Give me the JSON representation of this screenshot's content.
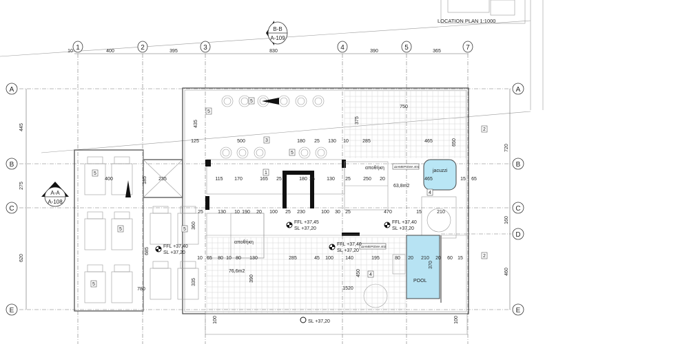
{
  "location_plan": {
    "label": "LOCATION PLAN 1:1000"
  },
  "section_markers": [
    {
      "name": "B-B",
      "sheet": "A-109"
    },
    {
      "name": "A-A",
      "sheet": "A-108"
    }
  ],
  "grid_columns": [
    "1",
    "2",
    "3",
    "4",
    "5",
    "7"
  ],
  "grid_rows": [
    "A",
    "B",
    "C",
    "D",
    "E"
  ],
  "top_dimensions": [
    "10",
    "400",
    "395",
    "830",
    "390",
    "365"
  ],
  "left_dimensions": [
    "445",
    "275",
    "620"
  ],
  "right_dimensions": [
    "720",
    "160",
    "460"
  ],
  "rooms": {
    "storage_1": "αποθήκη",
    "storage_2": "αποθήκη",
    "apartment_401": "ΔΙΑΜΕΡΙΣΜΑ 401",
    "apartment_402": "ΔΙΑΜΕΡΙΣΜΑ 402",
    "area_401": "63,8m2",
    "area_402": "76,6m2",
    "jacuzzi": "jacuzzi",
    "pool": "POOL"
  },
  "levels": [
    {
      "ffl": "FFL +37,40",
      "sl": "SL +37,20"
    },
    {
      "ffl": "FFL +37,45",
      "sl": "SL +37,20"
    },
    {
      "ffl": "FFL +37,40",
      "sl": "SL +37,20"
    },
    {
      "ffl": "FFL +37,40",
      "sl": "SL +37,20"
    },
    {
      "sl": "SL +37,20"
    }
  ],
  "tags": [
    "5",
    "5",
    "5",
    "5",
    "5",
    "5",
    "5",
    "3",
    "1",
    "2",
    "2",
    "4",
    "4"
  ],
  "dimensions": [
    "125",
    "500",
    "180",
    "25",
    "130",
    "10",
    "285",
    "465",
    "750",
    "435",
    "375",
    "650",
    "115",
    "170",
    "165",
    "25",
    "180",
    "25",
    "130",
    "25",
    "250",
    "20",
    "465",
    "15",
    "65",
    "400",
    "235",
    "185",
    "25",
    "130",
    "10",
    "190",
    "20",
    "100",
    "25",
    "230",
    "100",
    "30",
    "25",
    "470",
    "15",
    "210",
    "10",
    "65",
    "80",
    "10",
    "80",
    "130",
    "285",
    "45",
    "100",
    "140",
    "195",
    "80",
    "20",
    "210",
    "20",
    "60",
    "15",
    "780",
    "1520",
    "685",
    "360",
    "335",
    "390",
    "450",
    "370",
    "100",
    "100"
  ]
}
